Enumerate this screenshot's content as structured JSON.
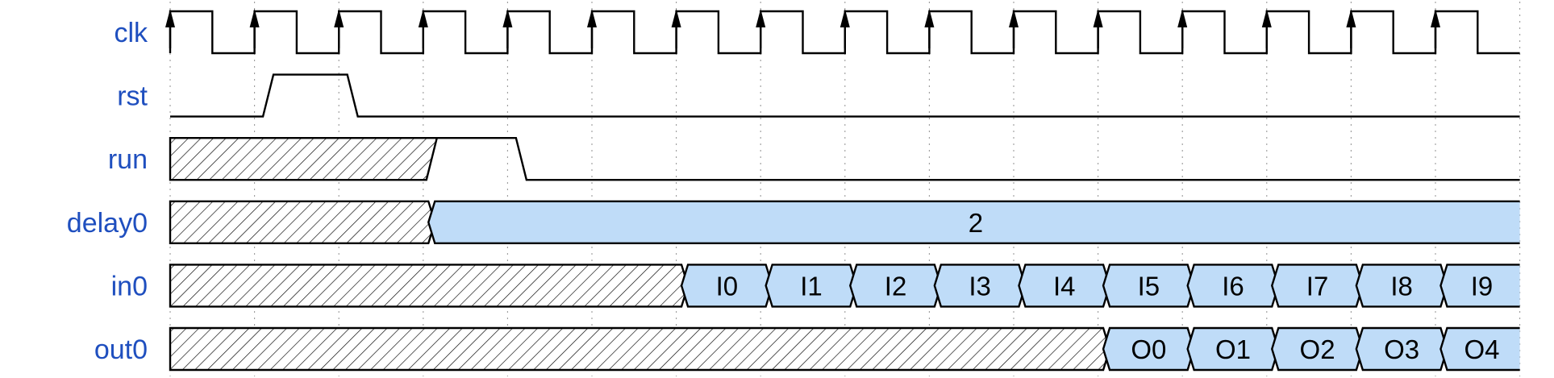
{
  "diagram": {
    "type": "timing-diagram",
    "clock_cycles": 16,
    "colors": {
      "label": "#1f4fbf",
      "bus_fill": "#bfdcf8",
      "wire": "#000000",
      "grid": "#9a9a9a"
    },
    "signals": [
      {
        "name": "clk",
        "kind": "clock",
        "label": "clk"
      },
      {
        "name": "rst",
        "kind": "bit",
        "label": "rst",
        "segments": [
          {
            "start": 0,
            "end": 1.1,
            "value": 0
          },
          {
            "start": 1.1,
            "end": 2.1,
            "value": 1
          },
          {
            "start": 2.1,
            "end": 16,
            "value": 0
          }
        ]
      },
      {
        "name": "run",
        "kind": "bit",
        "label": "run",
        "segments": [
          {
            "start": 0,
            "end": 3.1,
            "value": "x"
          },
          {
            "start": 3.1,
            "end": 4.1,
            "value": 1
          },
          {
            "start": 4.1,
            "end": 16,
            "value": 0
          }
        ]
      },
      {
        "name": "delay0",
        "kind": "bus",
        "label": "delay0",
        "segments": [
          {
            "start": 0,
            "end": 3.1,
            "value": "x"
          },
          {
            "start": 3.1,
            "end": 16,
            "value": "data",
            "text": "2"
          }
        ]
      },
      {
        "name": "in0",
        "kind": "bus",
        "label": "in0",
        "segments": [
          {
            "start": 0,
            "end": 6.1,
            "value": "x"
          },
          {
            "start": 6.1,
            "end": 7.1,
            "value": "data",
            "text": "I0"
          },
          {
            "start": 7.1,
            "end": 8.1,
            "value": "data",
            "text": "I1"
          },
          {
            "start": 8.1,
            "end": 9.1,
            "value": "data",
            "text": "I2"
          },
          {
            "start": 9.1,
            "end": 10.1,
            "value": "data",
            "text": "I3"
          },
          {
            "start": 10.1,
            "end": 11.1,
            "value": "data",
            "text": "I4"
          },
          {
            "start": 11.1,
            "end": 12.1,
            "value": "data",
            "text": "I5"
          },
          {
            "start": 12.1,
            "end": 13.1,
            "value": "data",
            "text": "I6"
          },
          {
            "start": 13.1,
            "end": 14.1,
            "value": "data",
            "text": "I7"
          },
          {
            "start": 14.1,
            "end": 15.1,
            "value": "data",
            "text": "I8"
          },
          {
            "start": 15.1,
            "end": 16,
            "value": "data",
            "text": "I9"
          }
        ]
      },
      {
        "name": "out0",
        "kind": "bus",
        "label": "out0",
        "segments": [
          {
            "start": 0,
            "end": 11.1,
            "value": "x"
          },
          {
            "start": 11.1,
            "end": 12.1,
            "value": "data",
            "text": "O0"
          },
          {
            "start": 12.1,
            "end": 13.1,
            "value": "data",
            "text": "O1"
          },
          {
            "start": 13.1,
            "end": 14.1,
            "value": "data",
            "text": "O2"
          },
          {
            "start": 14.1,
            "end": 15.1,
            "value": "data",
            "text": "O3"
          },
          {
            "start": 15.1,
            "end": 16,
            "value": "data",
            "text": "O4"
          }
        ]
      }
    ]
  }
}
